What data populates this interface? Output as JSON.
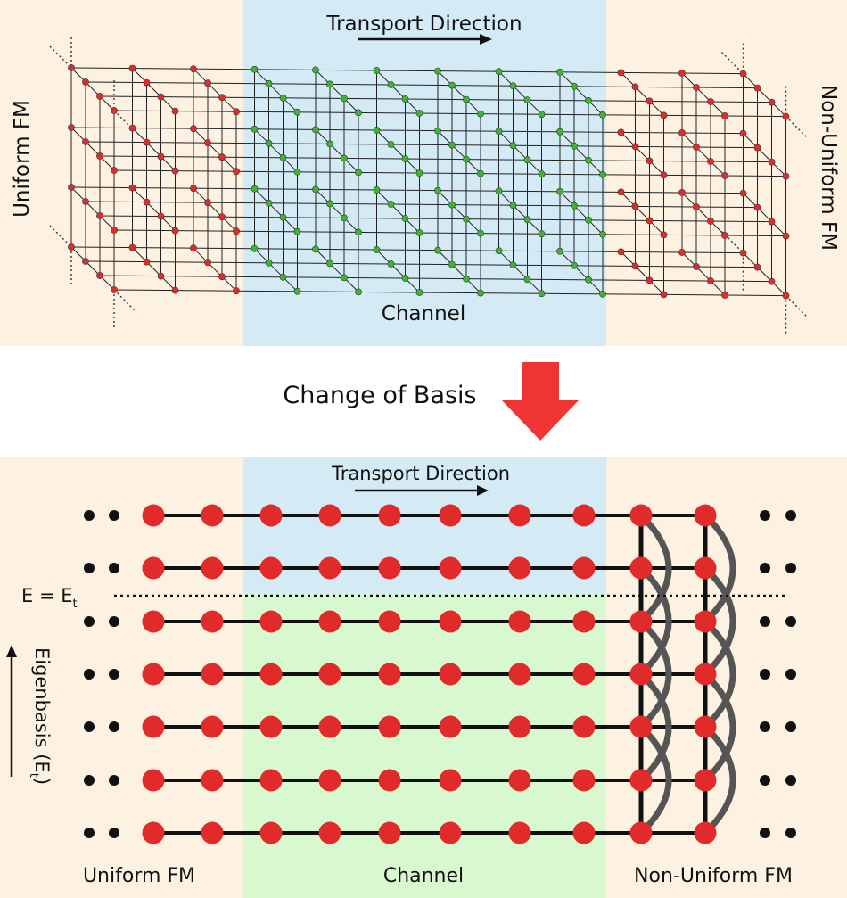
{
  "colors": {
    "fm_background": "#fdf1e1",
    "channel_background": "#d4ebf5",
    "channel_lower_background": "#d8f9cf",
    "fm_site": "#e12b2b",
    "channel_site": "#3db52e",
    "arrow": "#ef3534",
    "hopping_line": "#111111",
    "coupling_arc": "#555555"
  },
  "top": {
    "transport_label": "Transport Direction",
    "left_label": "Uniform FM",
    "right_label": "Non-Uniform FM",
    "channel_label": "Channel"
  },
  "middle": {
    "change_label": "Change of Basis"
  },
  "bottom": {
    "transport_label": "Transport Direction",
    "energy_label": "E = E",
    "energy_sub": "t",
    "axis_label_main": "Eigenbasis (E",
    "axis_label_sub": "t",
    "axis_label_end": ")",
    "bottom_labels": [
      "Uniform FM",
      "Channel",
      "Non-Uniform FM"
    ]
  }
}
